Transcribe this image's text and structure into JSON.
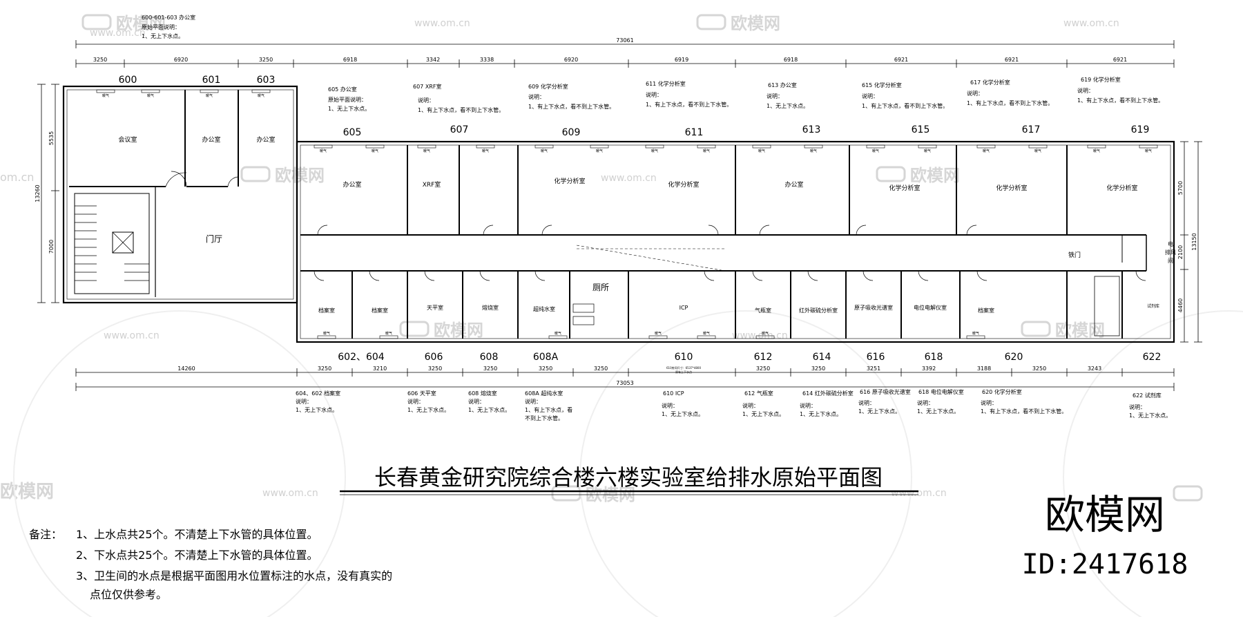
{
  "title": "长春黄金研究院综合楼六楼实验室给排水原始平面图",
  "dims": {
    "total_top": "73061",
    "total_bottom": "73053",
    "top_segments": [
      "3250",
      "6920",
      "3250",
      "6918",
      "3342",
      "3338",
      "6920",
      "6919",
      "6918",
      "6921",
      "6921",
      "6921"
    ],
    "bottom_segments": [
      "14260",
      "3250",
      "3210",
      "3250",
      "3250",
      "3250",
      "3250",
      "3250",
      "3250",
      "3251",
      "3392",
      "3188",
      "3250",
      "3243"
    ],
    "left": [
      "5535",
      "13260",
      "7000"
    ],
    "right": [
      "5700",
      "2100",
      "13150",
      "4460"
    ]
  },
  "room_numbers_top": [
    "600",
    "601",
    "603",
    "605",
    "607",
    "609",
    "611",
    "613",
    "615",
    "617",
    "619"
  ],
  "room_numbers_bottom": [
    "602、604",
    "606",
    "608",
    "608A",
    "610",
    "612",
    "614",
    "616",
    "618",
    "620",
    "622"
  ],
  "room_names": {
    "r600": "会议室",
    "r601": "办公室",
    "r603": "办公室",
    "lobby": "门厅",
    "r605": "办公室",
    "r607": "XRF室",
    "r609": "化学分析室",
    "r611": "化学分析室",
    "r613": "办公室",
    "r615": "化学分析室",
    "r617": "化学分析室",
    "r619": "化学分析室",
    "r602": "档案室",
    "r604": "档案室",
    "r606": "天平室",
    "r608": "熔烧室",
    "r608A": "超纯水室",
    "toilet": "厕所",
    "r610": "ICP",
    "r612": "气瓶室",
    "r614": "红外碳硫分析室",
    "r616": "原子吸收光谱室",
    "r618": "电位电解仪室",
    "r620": "档案室",
    "r622": "试剂库",
    "tie_men": "铁门",
    "dian": "电",
    "paifeng": "排风",
    "jian": "间"
  },
  "notes_top": [
    {
      "head": "600-601-603 办公室",
      "l1": "原始平面说明：",
      "l2": "1、无上下水点。"
    },
    {
      "head": "605 办公室",
      "l1": "原始平面说明：",
      "l2": "1、无上下水点。"
    },
    {
      "head": "607 XRF室",
      "l1": "说明：",
      "l2": "1、有上下水点，看不到上下水管。"
    },
    {
      "head": "609 化学分析室",
      "l1": "说明：",
      "l2": "1、有上下水点，看不到上下水管。"
    },
    {
      "head": "611 化学分析室",
      "l1": "说明：",
      "l2": "1、有上下水点，看不到上下水管。"
    },
    {
      "head": "613 办公室",
      "l1": "说明：",
      "l2": "1、无上下水点。"
    },
    {
      "head": "615 化学分析室",
      "l1": "说明：",
      "l2": "1、有上下水点，看不到上下水管。"
    },
    {
      "head": "617 化学分析室",
      "l1": "说明：",
      "l2": "1、有上下水点，看不到上下水管。"
    },
    {
      "head": "619 化学分析室",
      "l1": "说明：",
      "l2": "1、有上下水点，看不到上下水管。"
    }
  ],
  "notes_bottom": [
    {
      "head": "604、602 档案室",
      "l1": "说明：",
      "l2": "1、无上下水点。",
      "l3": ""
    },
    {
      "head": "606 天平室",
      "l1": "说明：",
      "l2": "1、无上下水点。",
      "l3": ""
    },
    {
      "head": "608 熔烧室",
      "l1": "说明：",
      "l2": "1、无上下水点。",
      "l3": ""
    },
    {
      "head": "608A 超纯水室",
      "l1": "说明：",
      "l2": "1、有上下水点，看",
      "l3": "不到上下水管。"
    },
    {
      "head": "610 ICP",
      "l1": "说明：",
      "l2": "1、无上下水点。",
      "l3": ""
    },
    {
      "head": "612 气瓶室",
      "l1": "说明：",
      "l2": "1、无上下水点。",
      "l3": ""
    },
    {
      "head": "614 红外碳硫分析室",
      "l1": "说明：",
      "l2": "1、无上下水点。",
      "l3": ""
    },
    {
      "head": "616 原子吸收光谱室",
      "l1": "说明：",
      "l2": "1、无上下水点。",
      "l3": ""
    },
    {
      "head": "618 电位电解仪室",
      "l1": "说明：",
      "l2": "1、无上下水点。",
      "l3": ""
    },
    {
      "head": "620 化学分析室",
      "l1": "说明：",
      "l2": "1、有上下水点，看不到上下水管。",
      "l3": ""
    },
    {
      "head": "622 试剂库",
      "l1": "说明：",
      "l2": "1、无上下水点。",
      "l3": ""
    }
  ],
  "tag_nq": "暖气",
  "annot": {
    "room610": "610房间尺寸：6537*4800",
    "room610b": "原有上下水点"
  },
  "footnote": {
    "label": "备注：",
    "n1": "1、上水点共25个。不清楚上下水管的具体位置。",
    "n2": "2、下水点共25个。不清楚上下水管的具体位置。",
    "n3a": "3、卫生间的水点是根据平面图用水位置标注的水点，没有真实的",
    "n3b": "点位仅供参考。"
  },
  "brand": {
    "name": "欧模网",
    "id": "ID:2417618",
    "wm_text": "欧模网",
    "wm_url": "www.om.cn",
    "wm_edge": "om.cn",
    "wm_edge2": "欧模网"
  }
}
